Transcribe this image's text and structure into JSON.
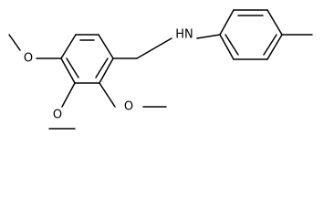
{
  "molecule": {
    "atom_labels": {
      "amine": "HN",
      "methoxy_top_left": "O",
      "methoxy_bottom_left": "O",
      "methoxy_bottom_right": "O"
    }
  }
}
